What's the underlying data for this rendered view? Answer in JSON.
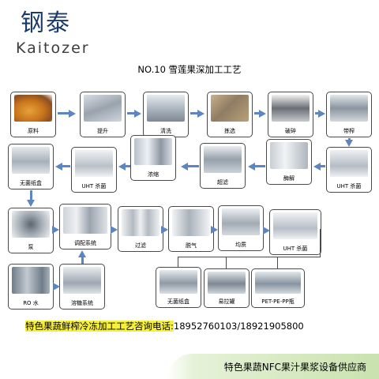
{
  "brand": {
    "cn": "钢泰",
    "en": "Kaitozer"
  },
  "title": "NO.10  雪莲果深加工工艺",
  "steps": {
    "raw": "原料",
    "lift": "提升",
    "wash": "清洗",
    "sort": "拣选",
    "crush": "破碎",
    "press": "带榨",
    "uht1": "UHT 杀菌",
    "enzyme": "酶解",
    "ultra": "超滤",
    "concentrate": "浓缩",
    "uht2": "UHT 杀菌",
    "aseptic1": "无菌纸盒",
    "pump": "泵",
    "blend": "调配系统",
    "filter": "过滤",
    "deaerate": "脱气",
    "homogenize": "均质",
    "uht3": "UHT 杀菌",
    "ro": "RO 水",
    "sugar": "溶糖系统",
    "aseptic2": "无菌纸盒",
    "can": "易拉罐",
    "bottle": "PET-PE-PP瓶"
  },
  "contact": {
    "text": "特色果蔬鲜榨冷冻加工工艺咨询电话:",
    "phones": "18952760103/18921905800"
  },
  "footer": "特色果蔬NFC果汁果浆设备供应商",
  "colors": {
    "arrow": "#5b86c2",
    "highlight": "#f7f03a",
    "brand": "#1a3a6b",
    "footer_green": "#c9e2ae"
  }
}
